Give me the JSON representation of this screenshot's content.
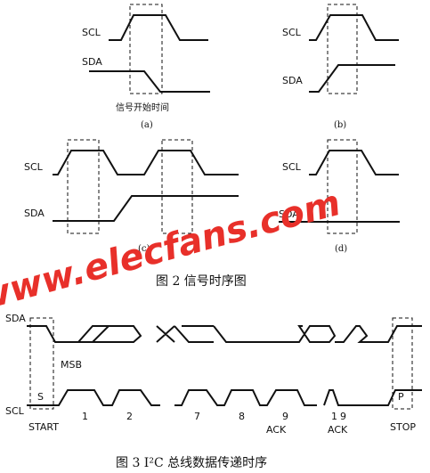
{
  "panel_a": {
    "scl": "SCL",
    "sda": "SDA",
    "note": "信号开始时间",
    "tag": "(a)"
  },
  "panel_b": {
    "scl": "SCL",
    "sda": "SDA",
    "tag": "(b)"
  },
  "panel_c": {
    "scl": "SCL",
    "sda": "SDA",
    "tag": "(c)"
  },
  "panel_d": {
    "scl": "SCL",
    "sda": "SDA",
    "tag": "(d)"
  },
  "figure2_caption": "图 2   信号时序图",
  "watermark": "www.elecfans.com",
  "bus": {
    "sda": "SDA",
    "scl": "SCL",
    "msb": "MSB",
    "start_symbol": "S",
    "start": "START",
    "stop_symbol": "P",
    "stop": "STOP",
    "pulses": [
      "1",
      "2",
      "7",
      "8",
      "9",
      "1",
      "9"
    ],
    "acks": [
      "ACK",
      "ACK"
    ]
  },
  "figure3_caption": "图 3   I²C 总线数据传递时序"
}
